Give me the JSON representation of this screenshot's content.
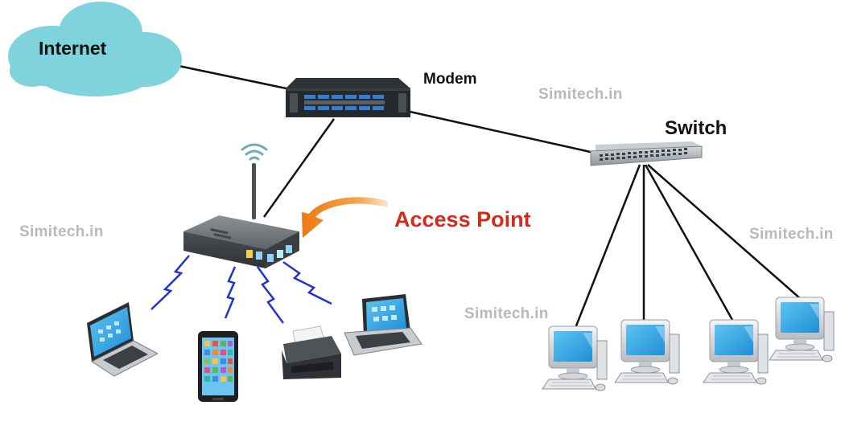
{
  "labels": {
    "internet": "Internet",
    "modem": "Modem",
    "switch": "Switch",
    "access_point": "Access Point"
  },
  "watermarks": [
    "Simitech.in",
    "Simitech.in",
    "Simitech.in",
    "Simitech.in"
  ],
  "colors": {
    "cloud": "#7fd3dc",
    "access_point_text": "#d42a1c",
    "arrow": "#f18a1f",
    "wireless_bolt": "#2233cc",
    "watermark": "#b9b9b9",
    "link": "#111111"
  },
  "icons": [
    "cloud-icon",
    "modem-icon",
    "switch-icon",
    "router-icon",
    "wifi-icon",
    "laptop-icon",
    "smartphone-icon",
    "printer-icon",
    "desktop-computer-icon"
  ]
}
